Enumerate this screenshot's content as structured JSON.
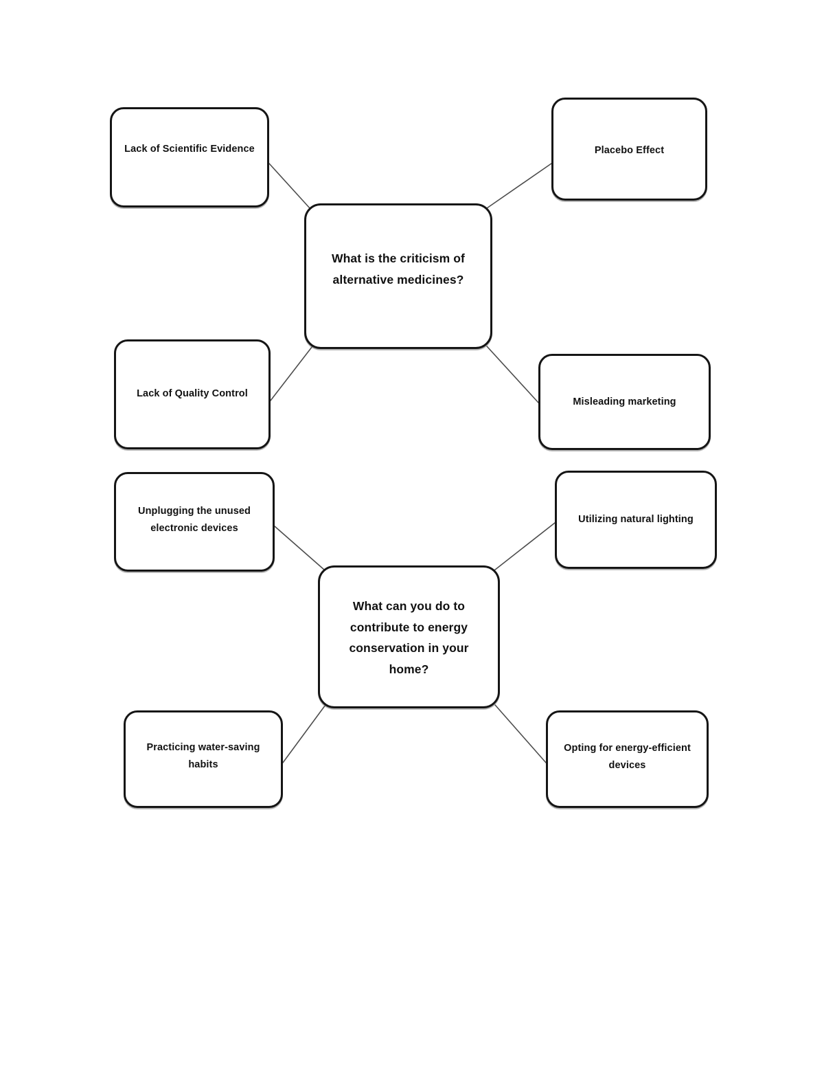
{
  "document": {
    "type": "mind-map-worksheet",
    "background_color": "#ffffff",
    "node_border_color": "#151515",
    "connector_color": "#4d4d4d",
    "text_color": "#111111"
  },
  "maps": [
    {
      "id": "criticism-of-alternative-medicines",
      "central": {
        "label": "What is the criticism of alternative medicines?"
      },
      "branches": [
        {
          "position": "top-left",
          "label": "Lack of Scientific Evidence"
        },
        {
          "position": "top-right",
          "label": "Placebo Effect"
        },
        {
          "position": "bottom-left",
          "label": "Lack of Quality Control"
        },
        {
          "position": "bottom-right",
          "label": "Misleading marketing"
        }
      ]
    },
    {
      "id": "energy-conservation-at-home",
      "central": {
        "label": "What can you do to contribute to energy conservation in your home?"
      },
      "branches": [
        {
          "position": "top-left",
          "label": "Unplugging the unused electronic devices"
        },
        {
          "position": "top-right",
          "label": "Utilizing natural lighting"
        },
        {
          "position": "bottom-left",
          "label": "Practicing water-saving habits"
        },
        {
          "position": "bottom-right",
          "label": "Opting for energy-efficient devices"
        }
      ]
    }
  ]
}
